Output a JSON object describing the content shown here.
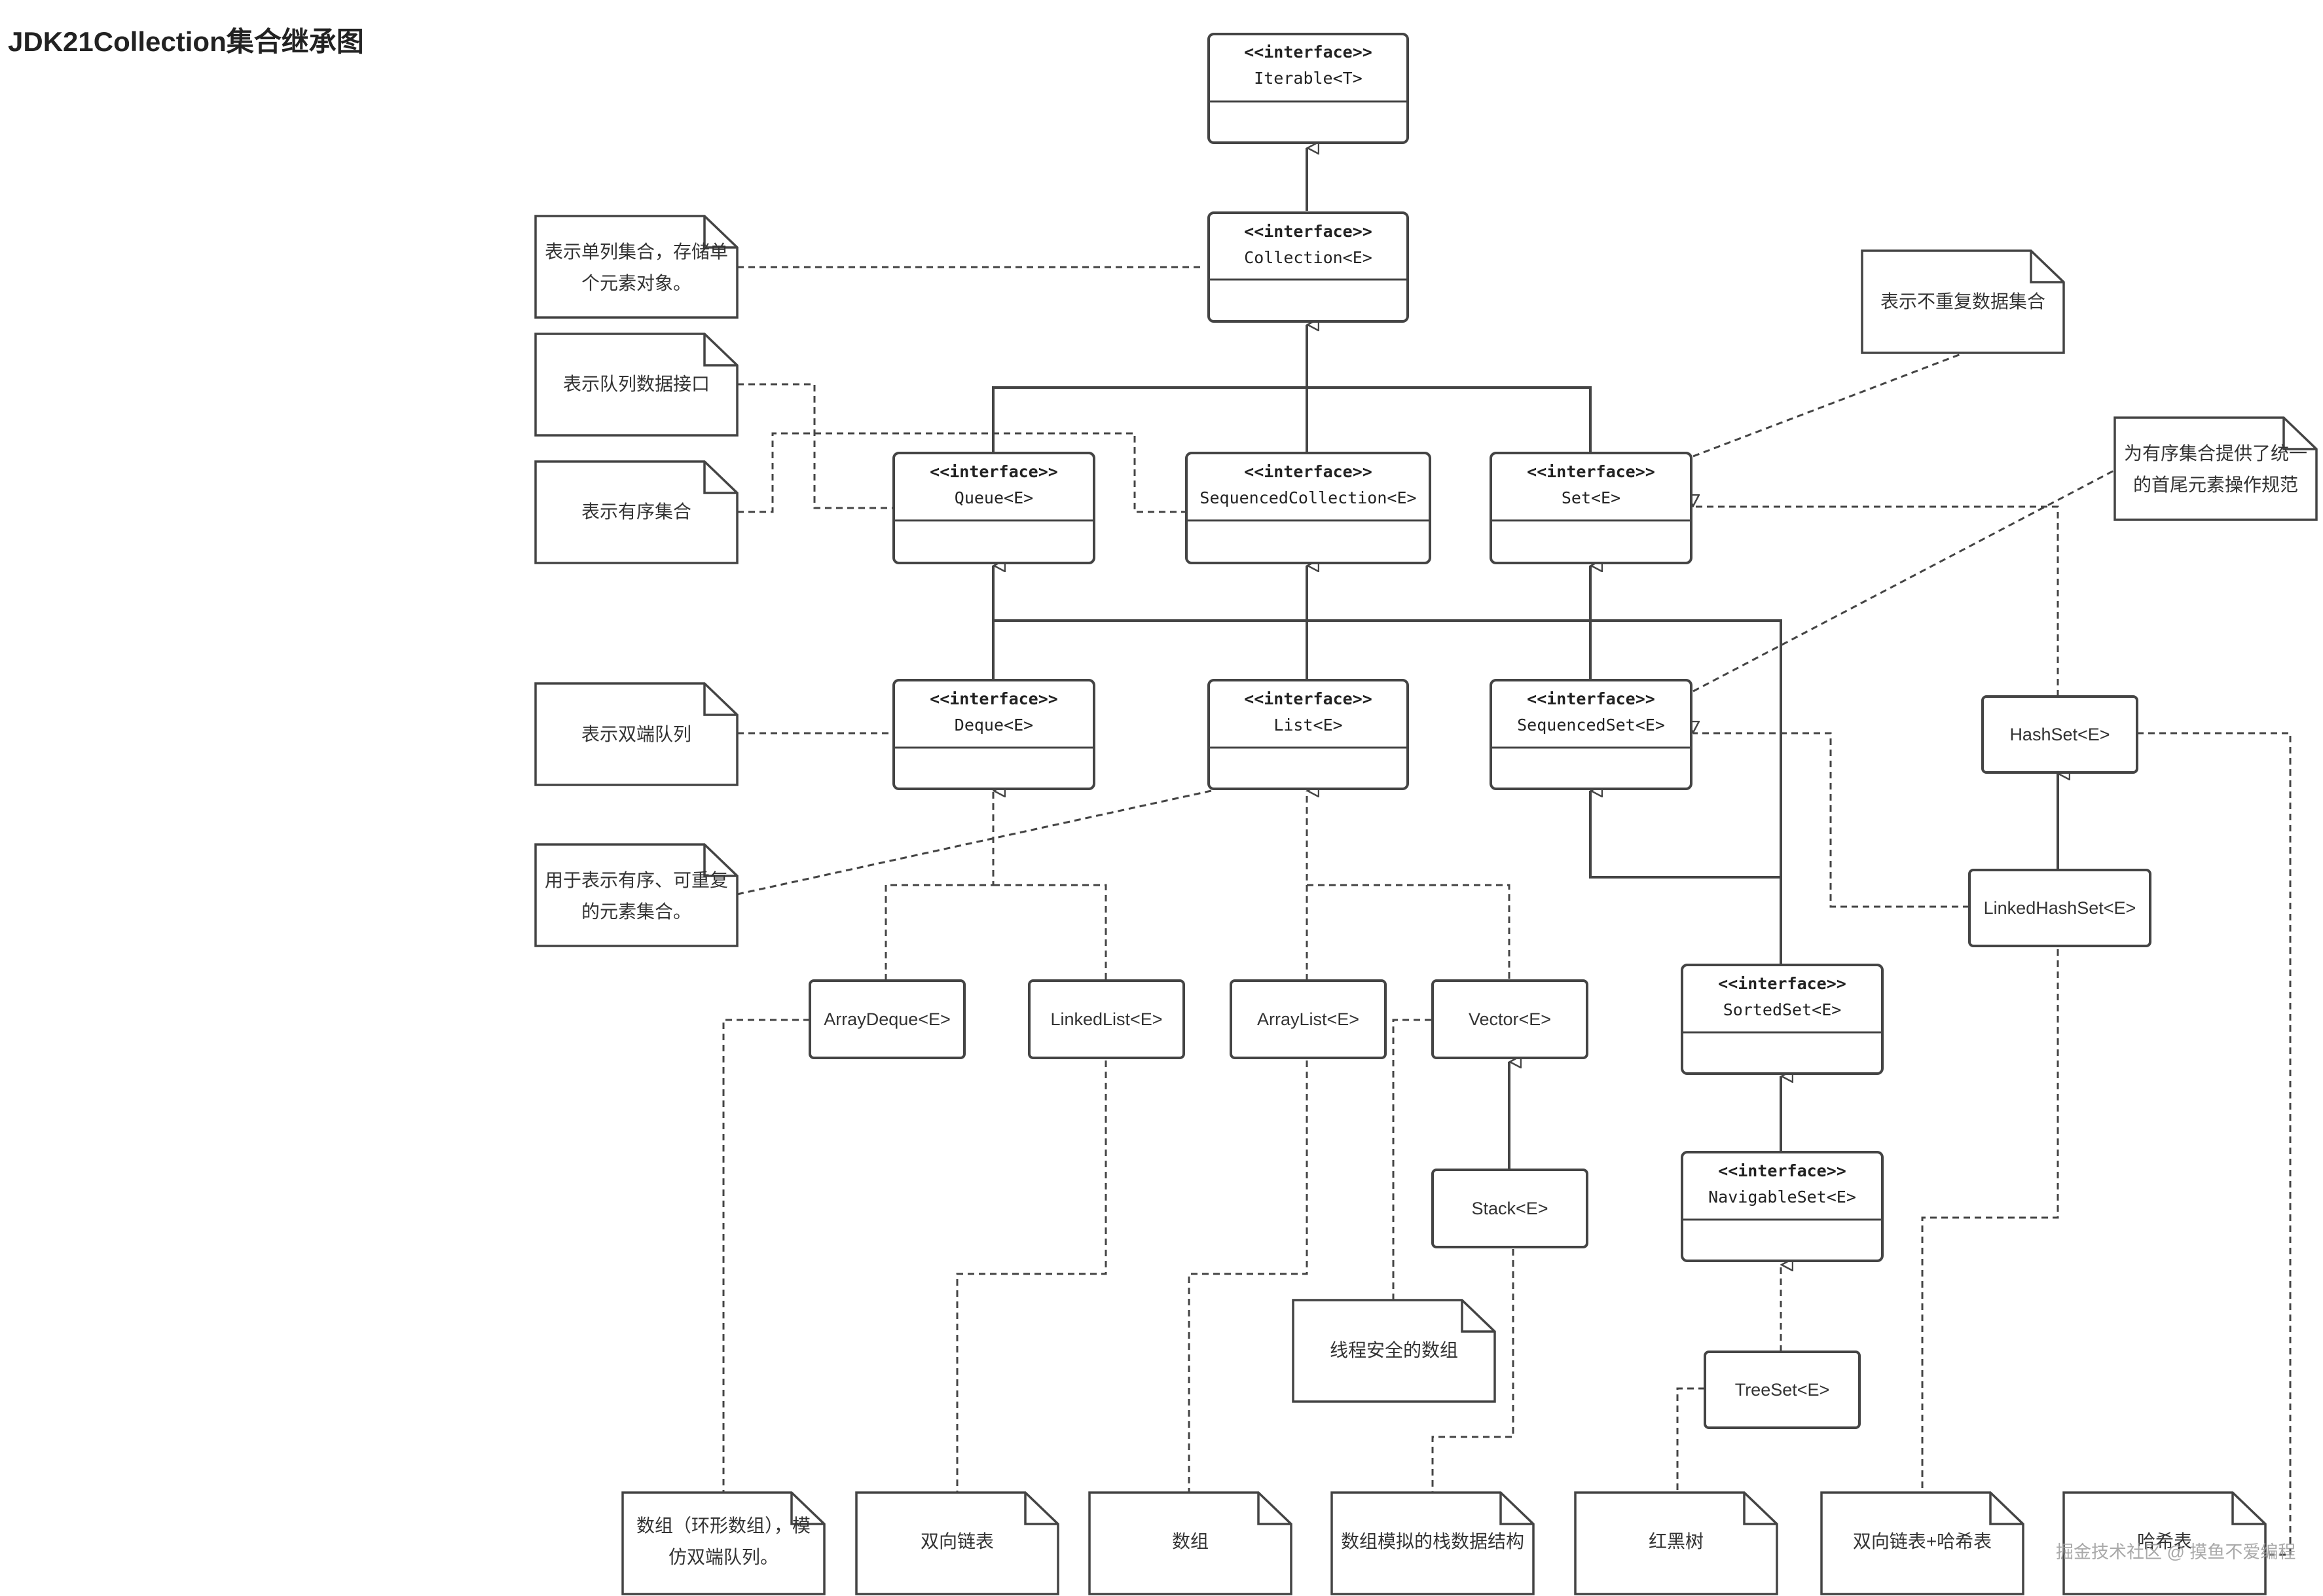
{
  "page": {
    "title": "JDK21Collection集合继承图"
  },
  "interfaces": {
    "iterable": {
      "stereotype": "<<interface>>",
      "name": "Iterable<T>"
    },
    "collection": {
      "stereotype": "<<interface>>",
      "name": "Collection<E>"
    },
    "queue": {
      "stereotype": "<<interface>>",
      "name": "Queue<E>"
    },
    "sequenced_collection": {
      "stereotype": "<<interface>>",
      "name": "SequencedCollection<E>"
    },
    "set": {
      "stereotype": "<<interface>>",
      "name": "Set<E>"
    },
    "deque": {
      "stereotype": "<<interface>>",
      "name": "Deque<E>"
    },
    "list": {
      "stereotype": "<<interface>>",
      "name": "List<E>"
    },
    "sequenced_set": {
      "stereotype": "<<interface>>",
      "name": "SequencedSet<E>"
    },
    "sorted_set": {
      "stereotype": "<<interface>>",
      "name": "SortedSet<E>"
    },
    "navigable_set": {
      "stereotype": "<<interface>>",
      "name": "NavigableSet<E>"
    }
  },
  "classes": {
    "array_deque": "ArrayDeque<E>",
    "linked_list": "LinkedList<E>",
    "array_list": "ArrayList<E>",
    "vector": "Vector<E>",
    "stack": "Stack<E>",
    "hash_set": "HashSet<E>",
    "linked_hash_set": "LinkedHashSet<E>",
    "tree_set": "TreeSet<E>"
  },
  "notes": {
    "collection": [
      "表示单列集合，存储单",
      "个元素对象。"
    ],
    "queue": [
      "表示队列数据接口"
    ],
    "sequenced": [
      "表示有序集合"
    ],
    "set": [
      "表示不重复数据集合"
    ],
    "sequenced_set": [
      "为有序集合提供了统一",
      "的首尾元素操作规范"
    ],
    "deque": [
      "表示双端队列"
    ],
    "list": [
      "用于表示有序、可重复",
      "的元素集合。"
    ],
    "vector": [
      "线程安全的数组"
    ],
    "array_deque": [
      "数组（环形数组），模",
      "仿双端队列。"
    ],
    "linked_list": [
      "双向链表"
    ],
    "array_list": [
      "数组"
    ],
    "stack": [
      "数组模拟的栈数据结构"
    ],
    "tree_set": [
      "红黑树"
    ],
    "linked_hash_set": [
      "双向链表+哈希表"
    ],
    "hash_set": [
      "哈希表"
    ]
  },
  "watermark": "掘金技术社区 @ 摸鱼不爱编程"
}
